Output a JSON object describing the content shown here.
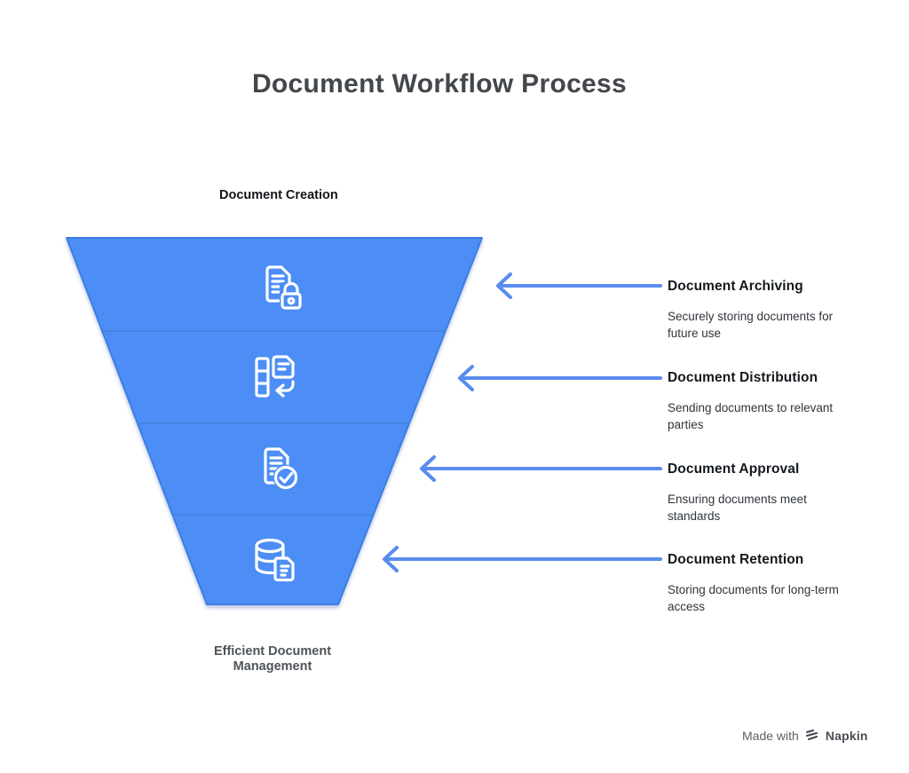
{
  "title": "Document Workflow Process",
  "funnel": {
    "top_label": "Document Creation",
    "bottom_label": "Efficient Document Management",
    "stages": [
      {
        "name": "Document Archiving",
        "description": "Securely storing documents for future use",
        "icon": "document-lock-icon"
      },
      {
        "name": "Document Distribution",
        "description": "Sending documents to relevant parties",
        "icon": "document-transfer-icon"
      },
      {
        "name": "Document Approval",
        "description": "Ensuring documents meet standards",
        "icon": "document-check-icon"
      },
      {
        "name": "Document Retention",
        "description": "Storing documents for long-term access",
        "icon": "database-document-icon"
      }
    ]
  },
  "colors": {
    "funnel_fill": "#4C8EF5",
    "funnel_stroke": "#3E7DE3",
    "divider": "#4180DD",
    "arrow": "#5A8CEF",
    "icon_stroke": "#FFFFFF",
    "title_text": "#43474C",
    "heading_text": "#14191E"
  },
  "watermark": {
    "prefix": "Made with",
    "brand": "Napkin"
  }
}
